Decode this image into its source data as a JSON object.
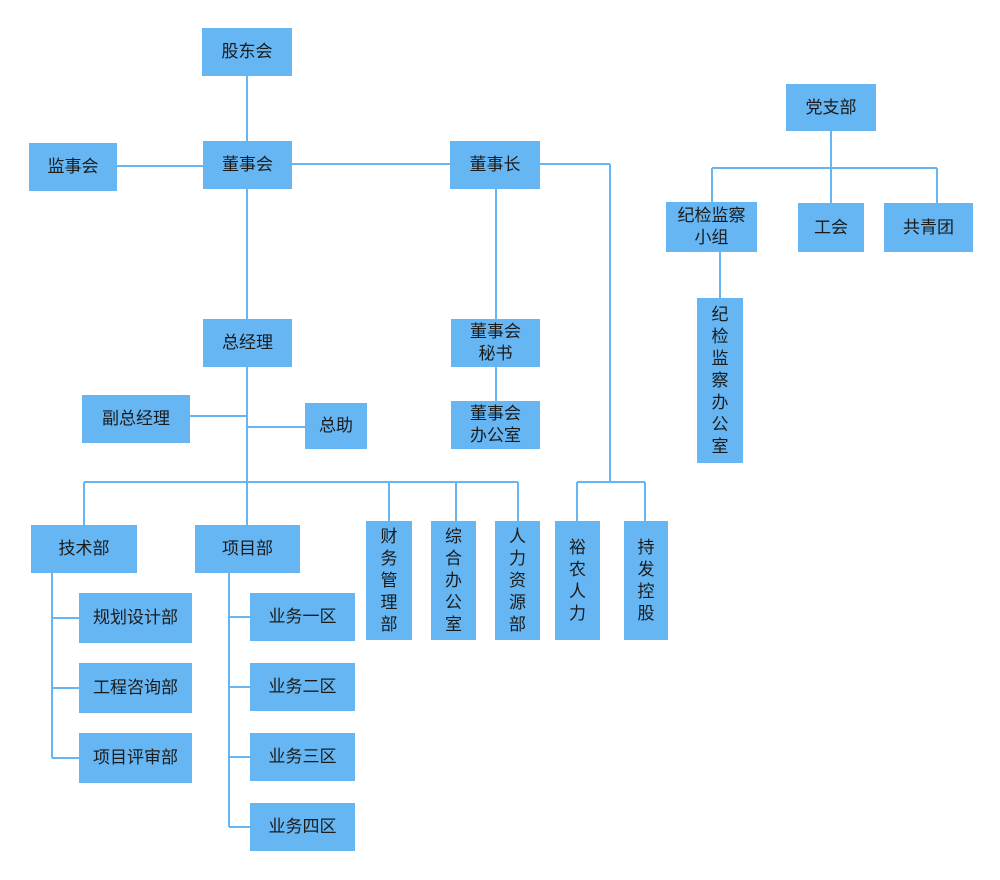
{
  "colors": {
    "node_fill": "#65b6f3",
    "connector": "#65b6f3",
    "text": "#1b1b1b",
    "background": "#ffffff"
  },
  "nodes": {
    "shareholders": "股东会",
    "supervisors": "监事会",
    "board": "董事会",
    "chairman": "董事长",
    "ceo": "总经理",
    "board_secretary": "董事会\n秘书",
    "board_office": "董事会\n办公室",
    "deputy_ceo": "副总经理",
    "assistant": "总助",
    "tech_dept": "技术部",
    "project_dept": "项目部",
    "finance_dept": "财\n务\n管\n理\n部",
    "admin_office": "综\n合\n办\n公\n室",
    "hr_dept": "人\n力\n资\n源\n部",
    "yunong_hr": "裕\n农\n人\n力",
    "holding": "持\n发\n控\n股",
    "planning_design": "规划设计部",
    "engineering_consulting": "工程咨询部",
    "project_review": "项目评审部",
    "business_zone_1": "业务一区",
    "business_zone_2": "业务二区",
    "business_zone_3": "业务三区",
    "business_zone_4": "业务四区",
    "party_branch": "党支部",
    "discipline_group": "纪检监察\n小组",
    "trade_union": "工会",
    "youth_league": "共青团",
    "discipline_office": "纪\n检\n监\n察\n办\n公\n室"
  }
}
